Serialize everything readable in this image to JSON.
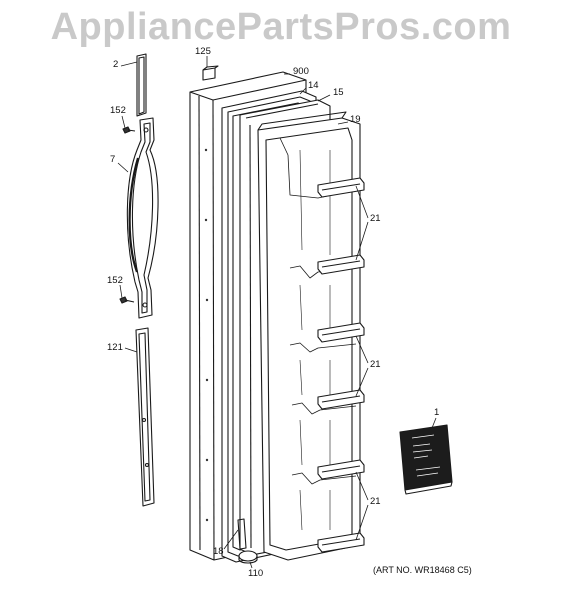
{
  "watermark": "AppliancePartsPros.com",
  "callouts": {
    "c1": "1",
    "c2": "2",
    "c7": "7",
    "c14": "14",
    "c15": "15",
    "c18": "18",
    "c19": "19",
    "c21a": "21",
    "c21b": "21",
    "c21c": "21",
    "c110": "110",
    "c121": "121",
    "c125": "125",
    "c152a": "152",
    "c152b": "152",
    "c900": "900"
  },
  "art_number": "(ART NO. WR18468 C5)",
  "colors": {
    "line": "#1a1a1a",
    "watermark": "#c9c9c9",
    "background": "#ffffff"
  }
}
